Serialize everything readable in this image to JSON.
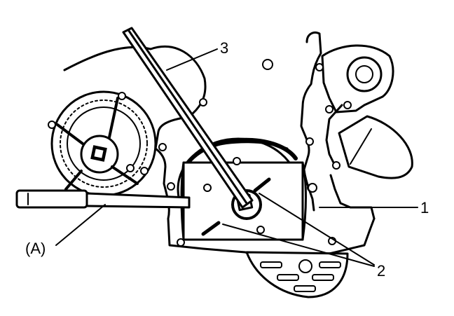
{
  "callouts": {
    "label_1": "1",
    "label_2": "2",
    "label_3": "3",
    "label_A": "(A)"
  },
  "colors": {
    "ink": "#000000",
    "paper": "#ffffff"
  }
}
